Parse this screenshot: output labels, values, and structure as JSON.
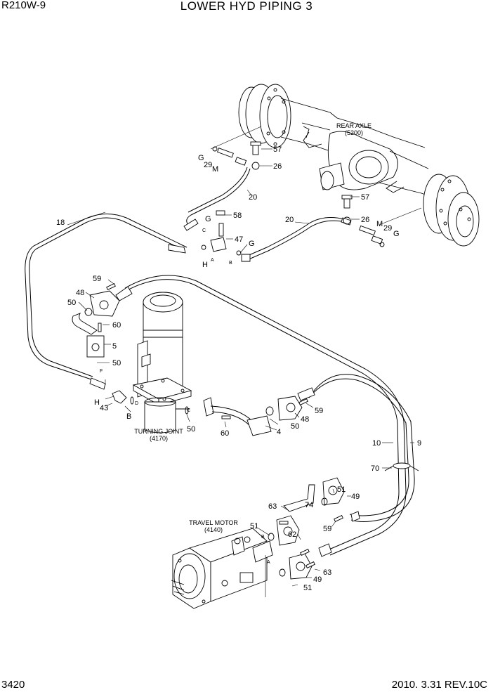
{
  "header": {
    "model": "R210W-9",
    "title": "LOWER HYD PIPING 3"
  },
  "footer": {
    "page": "3420",
    "revision": "2010. 3.31  REV.10C"
  },
  "assemblies": {
    "rear_axle": {
      "name": "REAR AXLE",
      "code": "(5200)"
    },
    "turning_joint": {
      "name": "TURNING JOINT",
      "code": "(4170)"
    },
    "travel_motor": {
      "name": "TRAVEL MOTOR",
      "code": "(4140)"
    }
  },
  "callouts": [
    {
      "id": "c57a",
      "text": "57"
    },
    {
      "id": "c26a",
      "text": "26"
    },
    {
      "id": "cGa",
      "text": "G"
    },
    {
      "id": "c29a",
      "text": "29"
    },
    {
      "id": "cMa",
      "text": "M"
    },
    {
      "id": "c20a",
      "text": "20"
    },
    {
      "id": "c18",
      "text": "18"
    },
    {
      "id": "cGb",
      "text": "G"
    },
    {
      "id": "c58",
      "text": "58"
    },
    {
      "id": "c47",
      "text": "47"
    },
    {
      "id": "cGc",
      "text": "G"
    },
    {
      "id": "cHa",
      "text": "H"
    },
    {
      "id": "c20b",
      "text": "20"
    },
    {
      "id": "c57b",
      "text": "57"
    },
    {
      "id": "c26b",
      "text": "26"
    },
    {
      "id": "cMb",
      "text": "M"
    },
    {
      "id": "c29b",
      "text": "29"
    },
    {
      "id": "cGd",
      "text": "G"
    },
    {
      "id": "c59a",
      "text": "59"
    },
    {
      "id": "c48a",
      "text": "48"
    },
    {
      "id": "c50a",
      "text": "50"
    },
    {
      "id": "c60a",
      "text": "60"
    },
    {
      "id": "c5",
      "text": "5"
    },
    {
      "id": "c50b",
      "text": "50"
    },
    {
      "id": "cHb",
      "text": "H"
    },
    {
      "id": "c43",
      "text": "43"
    },
    {
      "id": "cB",
      "text": "B"
    },
    {
      "id": "c50c",
      "text": "50"
    },
    {
      "id": "c60b",
      "text": "60"
    },
    {
      "id": "c4",
      "text": "4"
    },
    {
      "id": "c50d",
      "text": "50"
    },
    {
      "id": "c48b",
      "text": "48"
    },
    {
      "id": "c59b",
      "text": "59"
    },
    {
      "id": "c10",
      "text": "10"
    },
    {
      "id": "c9",
      "text": "9"
    },
    {
      "id": "c70",
      "text": "70"
    },
    {
      "id": "c63a",
      "text": "63"
    },
    {
      "id": "c74",
      "text": "74"
    },
    {
      "id": "c51a",
      "text": "51"
    },
    {
      "id": "c49a",
      "text": "49"
    },
    {
      "id": "c51b",
      "text": "51"
    },
    {
      "id": "c62",
      "text": "62"
    },
    {
      "id": "c59c",
      "text": "59"
    },
    {
      "id": "c63b",
      "text": "63"
    },
    {
      "id": "c49b",
      "text": "49"
    },
    {
      "id": "c51c",
      "text": "51"
    }
  ],
  "port_marks": [
    {
      "id": "pA1",
      "text": "A"
    },
    {
      "id": "pB1",
      "text": "B"
    },
    {
      "id": "pC1",
      "text": "C"
    },
    {
      "id": "pD",
      "text": "D"
    },
    {
      "id": "pF",
      "text": "F"
    },
    {
      "id": "pB2",
      "text": "B"
    },
    {
      "id": "pA2",
      "text": "A"
    },
    {
      "id": "pC2",
      "text": "C"
    }
  ]
}
